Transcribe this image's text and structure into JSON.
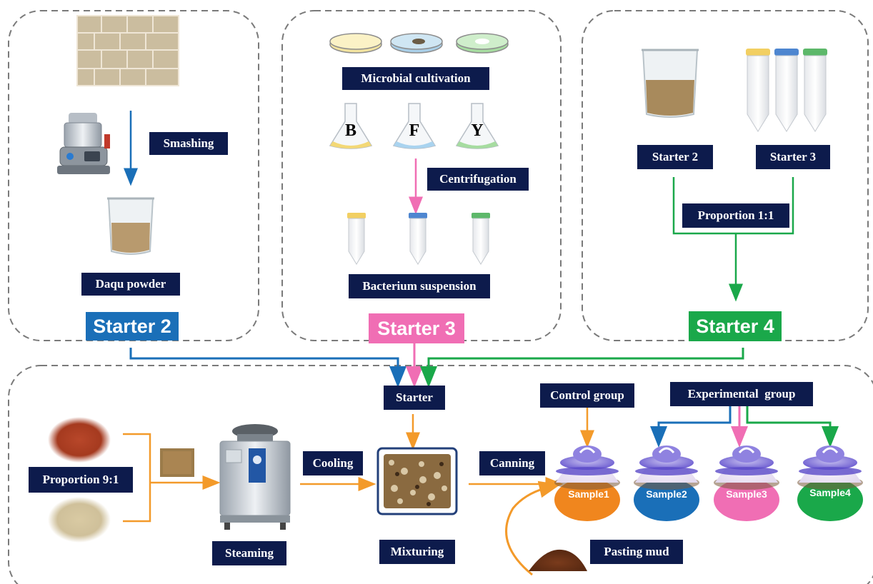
{
  "panels": {
    "starter2": {
      "title": "Starter 2",
      "color": "#1a6fb8",
      "step_smashing": "Smashing",
      "product": "Daqu powder"
    },
    "starter3": {
      "title": "Starter 3",
      "color": "#f06eb4",
      "step_cultivation": "Microbial cultivation",
      "flasks": [
        "B",
        "F",
        "Y"
      ],
      "step_centrifugation": "Centrifugation",
      "product": "Bacterium suspension"
    },
    "starter4": {
      "title": "Starter 4",
      "color": "#1aa84a",
      "input_a": "Starter 2",
      "input_b": "Starter 3",
      "mix": "Proportion 1:1"
    }
  },
  "process": {
    "arrow_color": "#f39a2a",
    "label_bg": "#0d1b4c",
    "grain_ratio": "Proportion 9:1",
    "steaming": "Steaming",
    "cooling": "Cooling",
    "starter": "Starter",
    "mixturing": "Mixturing",
    "canning": "Canning",
    "pasting_mud": "Pasting mud",
    "control_group": "Control group",
    "experimental_group": "Experimental  group",
    "samples": [
      "Sample1",
      "Sample2",
      "Sample3",
      "Sample4"
    ],
    "sample_colors": [
      "#f0861e",
      "#1a6fb8",
      "#f06eb4",
      "#1aa84a"
    ]
  }
}
